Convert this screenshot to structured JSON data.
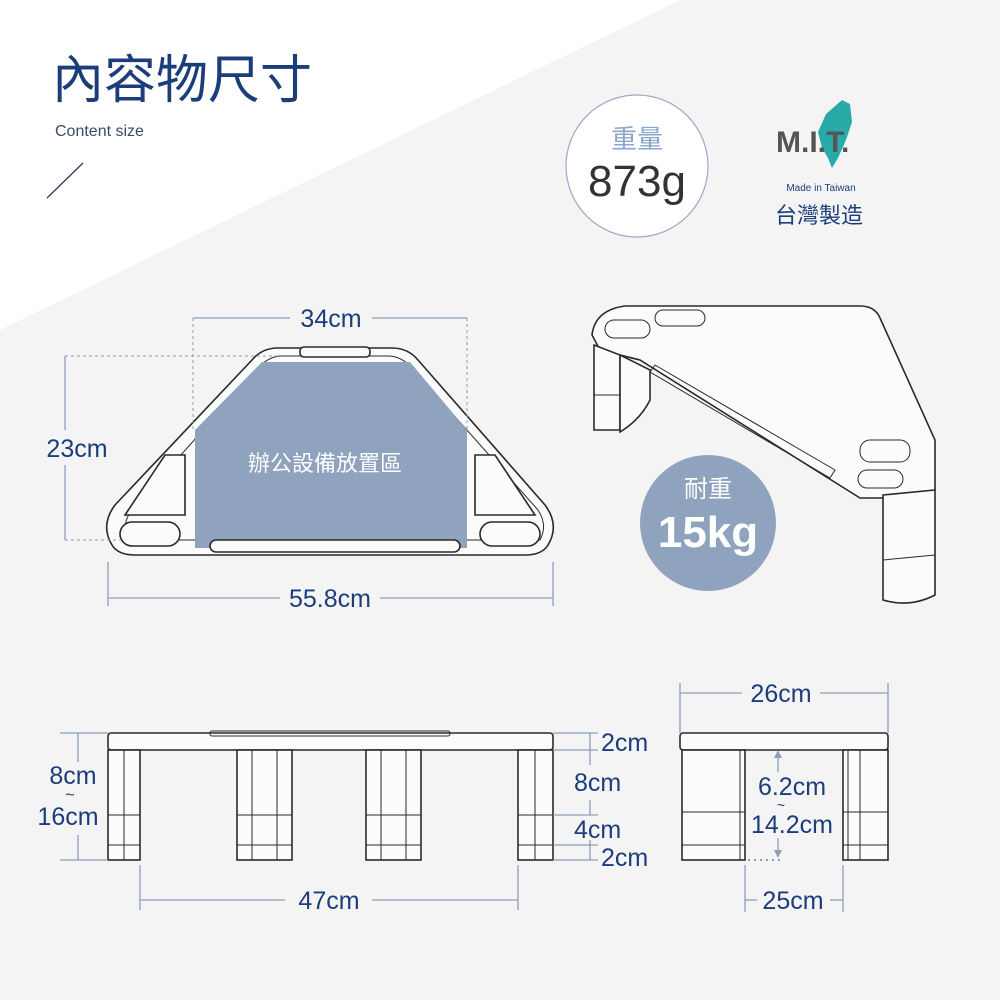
{
  "header": {
    "title": "內容物尺寸",
    "subtitle": "Content size"
  },
  "weight": {
    "label": "重量",
    "value": "873g"
  },
  "mit": {
    "logo_text": "M.I.T.",
    "tagline": "Made in Taiwan",
    "label": "台灣製造"
  },
  "load": {
    "label": "耐重",
    "value": "15kg"
  },
  "top_view": {
    "area_label": "辦公設備放置區",
    "inner_width": "34cm",
    "depth": "23cm",
    "total_width": "55.8cm"
  },
  "front_view": {
    "height_range_top": "8cm",
    "tilde": "~",
    "height_range_bottom": "16cm",
    "seg1": "2cm",
    "seg2": "8cm",
    "seg3": "4cm",
    "seg4": "2cm",
    "leg_span": "47cm"
  },
  "side_view": {
    "depth": "26cm",
    "clear_top": "6.2cm",
    "tilde": "~",
    "clear_bottom": "14.2cm",
    "leg_span": "25cm"
  },
  "colors": {
    "navy": "#1b3d7a",
    "blue_area": "#8fa3bf",
    "teal": "#2aa9a9"
  }
}
